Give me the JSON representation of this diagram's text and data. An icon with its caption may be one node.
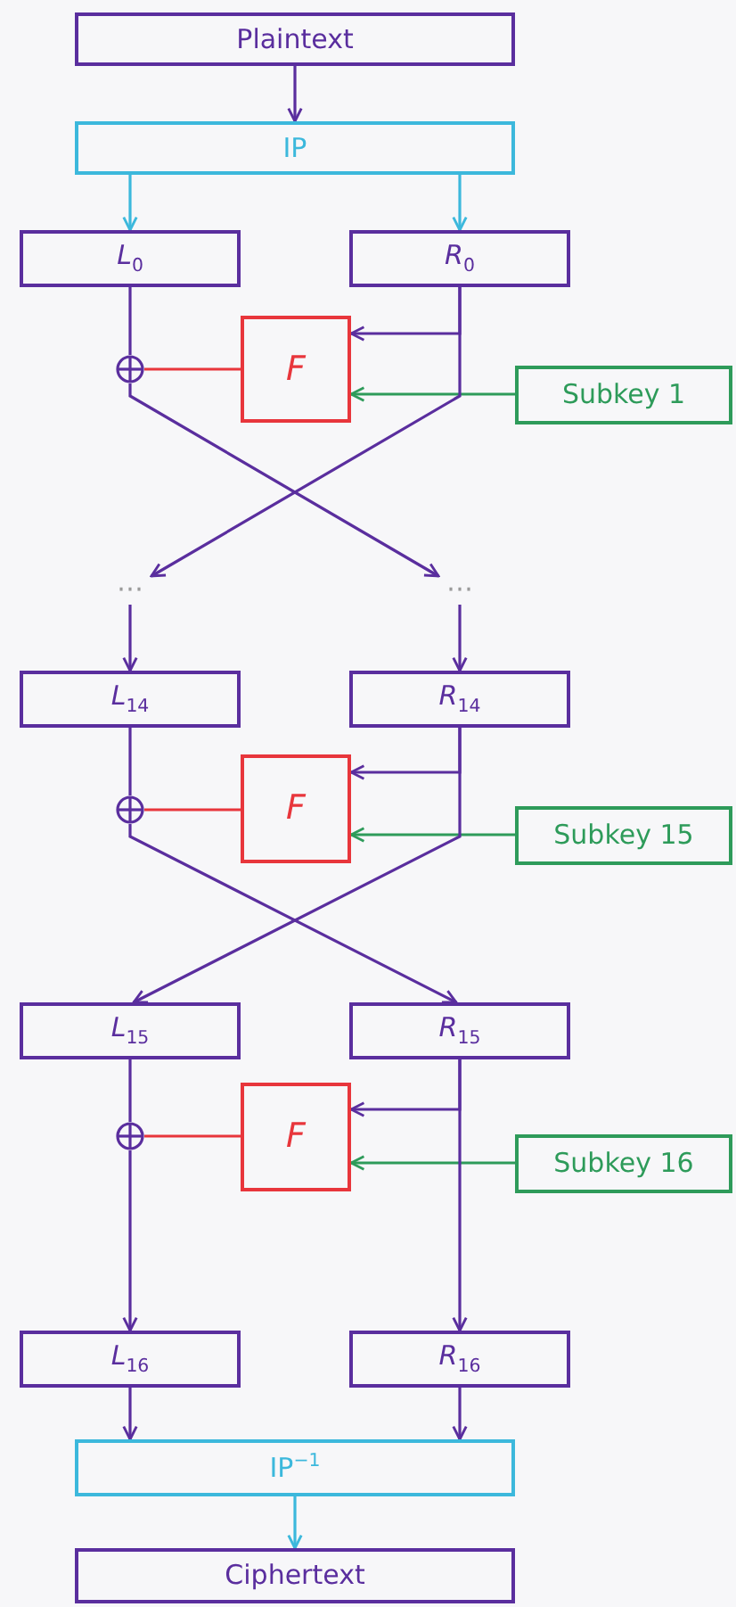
{
  "diagram": {
    "nodes": [
      {
        "text": [
          "Plaintext"
        ]
      },
      {
        "text": [
          "IP"
        ]
      },
      {
        "text": [
          "*L*$_{0}$"
        ]
      },
      {
        "text": [
          "*R*$_{0}$"
        ]
      },
      {
        "text": [],
        "shape": "circle"
      },
      {
        "text": [
          "F"
        ]
      },
      {
        "text": [
          "Subkey 1"
        ]
      },
      {
        "text": [
          "⋯"
        ]
      },
      {
        "text": [
          "⋯"
        ]
      },
      {
        "text": [
          "*L*$_{14}$"
        ]
      },
      {
        "text": [
          "*R*$_{14}$"
        ]
      },
      {
        "text": [],
        "shape": "circle"
      },
      {
        "text": [
          "F"
        ]
      },
      {
        "text": [
          "Subkey 15"
        ]
      },
      {
        "text": [
          "*L*$_{15}$"
        ]
      },
      {
        "text": [
          "*R*$_{15}$"
        ]
      },
      {
        "text": [],
        "shape": "circle"
      },
      {
        "text": [
          "F"
        ]
      },
      {
        "text": [
          "Subkey 16"
        ]
      },
      {
        "text": [
          "*L*$_{16}$"
        ]
      },
      {
        "text": [
          "*R*$_{16}$"
        ]
      },
      {
        "text": [
          "IP$^{−1}$"
        ]
      },
      {
        "text": [
          "Ciphertext"
        ]
      }
    ],
    "edges": [
      {
        "from": 0,
        "to": 1,
        "arrow": "to"
      },
      {
        "from": 1,
        "to": 2,
        "arrow": "to",
        "color": "#3cb8dc"
      },
      {
        "from": 1,
        "to": 3,
        "arrow": "to",
        "color": "#3cb8dc"
      },
      {
        "from": 2,
        "to": 4,
        "arrow": "none"
      },
      {
        "from": 3,
        "to": 5,
        "arrow": "to"
      },
      {
        "from": 6,
        "to": 5,
        "arrow": "to",
        "color": "#2e9b5a"
      },
      {
        "from": 5,
        "to": 4,
        "arrow": "none",
        "color": "#e8363c"
      },
      {
        "from": 4,
        "to": 8,
        "arrow": "to"
      },
      {
        "from": 3,
        "to": 7,
        "arrow": "to"
      },
      {
        "from": 7,
        "to": 9,
        "arrow": "to"
      },
      {
        "from": 8,
        "to": 10,
        "arrow": "to"
      },
      {
        "from": 9,
        "to": 11,
        "arrow": "none"
      },
      {
        "from": 10,
        "to": 12,
        "arrow": "to"
      },
      {
        "from": 13,
        "to": 12,
        "arrow": "to",
        "color": "#2e9b5a"
      },
      {
        "from": 12,
        "to": 11,
        "arrow": "none",
        "color": "#e8363c"
      },
      {
        "from": 11,
        "to": 15,
        "arrow": "to"
      },
      {
        "from": 10,
        "to": 14,
        "arrow": "to"
      },
      {
        "from": 14,
        "to": 16,
        "arrow": "none"
      },
      {
        "from": 15,
        "to": 17,
        "arrow": "to"
      },
      {
        "from": 18,
        "to": 17,
        "arrow": "to",
        "color": "#2e9b5a"
      },
      {
        "from": 17,
        "to": 16,
        "arrow": "none",
        "color": "#e8363c"
      },
      {
        "from": 16,
        "to": 19,
        "arrow": "to"
      },
      {
        "from": 15,
        "to": 20,
        "arrow": "to"
      },
      {
        "from": 19,
        "to": 21,
        "arrow": "to"
      },
      {
        "from": 20,
        "to": 21,
        "arrow": "to"
      },
      {
        "from": 21,
        "to": 22,
        "arrow": "to",
        "color": "#3cb8dc"
      }
    ]
  }
}
